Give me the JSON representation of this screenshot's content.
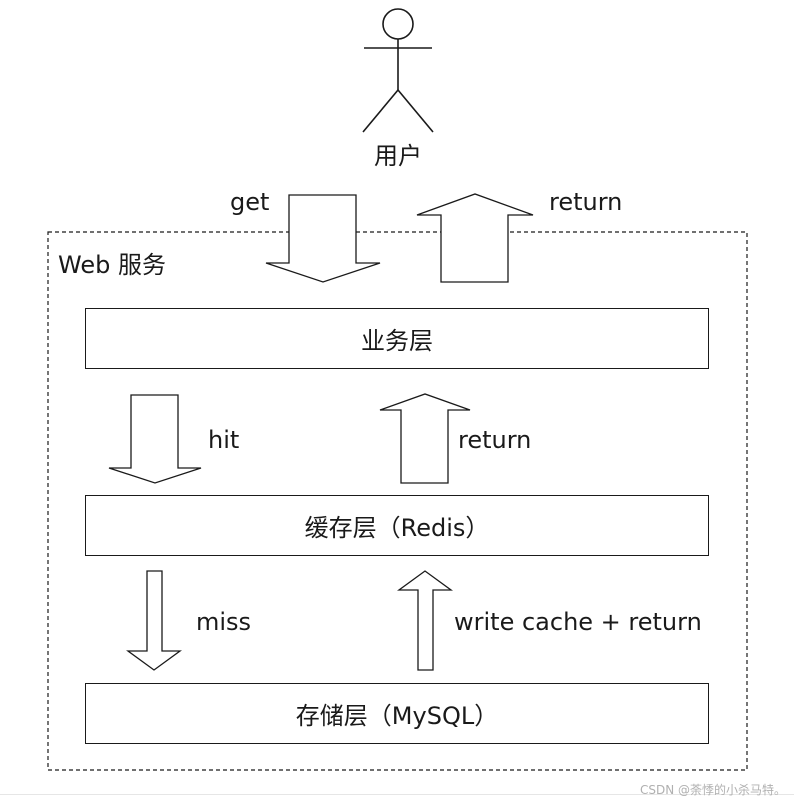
{
  "user": {
    "label": "用户"
  },
  "flows": {
    "get": "get",
    "return_top": "return",
    "hit": "hit",
    "return_mid": "return",
    "miss": "miss",
    "write_return": "write cache + return"
  },
  "container": {
    "label": "Web 服务"
  },
  "layers": {
    "business": "业务层",
    "cache": "缓存层（Redis）",
    "storage": "存储层（MySQL）"
  },
  "watermark": "CSDN @荼悸的小杀马特。"
}
